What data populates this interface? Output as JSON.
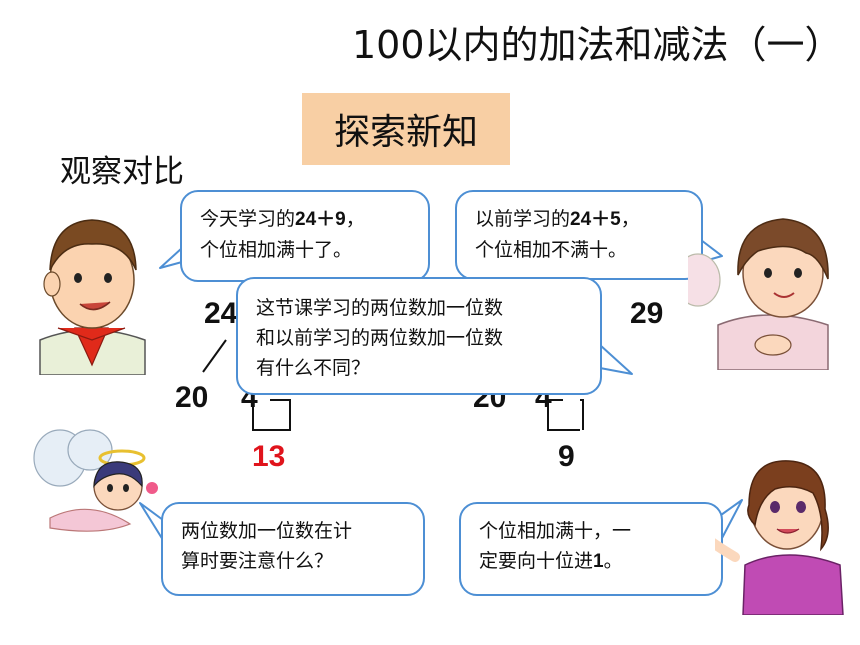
{
  "header": {
    "title": "100以内的加法和减法（一）",
    "section_label": "探索新知",
    "subtitle": "观察对比"
  },
  "bubbles": {
    "boy_line1_prefix": "今天学习的",
    "boy_line1_expr": "24＋9",
    "boy_line1_suffix": "，",
    "boy_line2": "个位相加满十了。",
    "girl_line1_prefix": "以前学习的",
    "girl_line1_expr": "24＋5",
    "girl_line1_suffix": "，",
    "girl_line2": "个位相加不满十。",
    "question_line1": "这节课学习的两位数加一位数",
    "question_line2": "和以前学习的两位数加一位数",
    "question_line3": "有什么不同？",
    "angel_line1": "两位数加一位数在计",
    "angel_line2": "算时要注意什么？",
    "teacher_line1": "个位相加满十，一",
    "teacher_line2_prefix": "定要向十位进",
    "teacher_line2_num": "1",
    "teacher_line2_suffix": "。"
  },
  "left_calc": {
    "top_partial": "24",
    "tens": "20",
    "ones": "4",
    "sum": "13"
  },
  "right_calc": {
    "total": "29",
    "tens_partial": "20",
    "ones": "4",
    "sum": "9"
  },
  "colors": {
    "bubble_border": "#4d8fd4",
    "section_bg": "#f8cfa4",
    "highlight": "#e0141c"
  },
  "icons": [
    "boy-figure",
    "girl-figure",
    "angel-figure",
    "teacher-figure"
  ]
}
